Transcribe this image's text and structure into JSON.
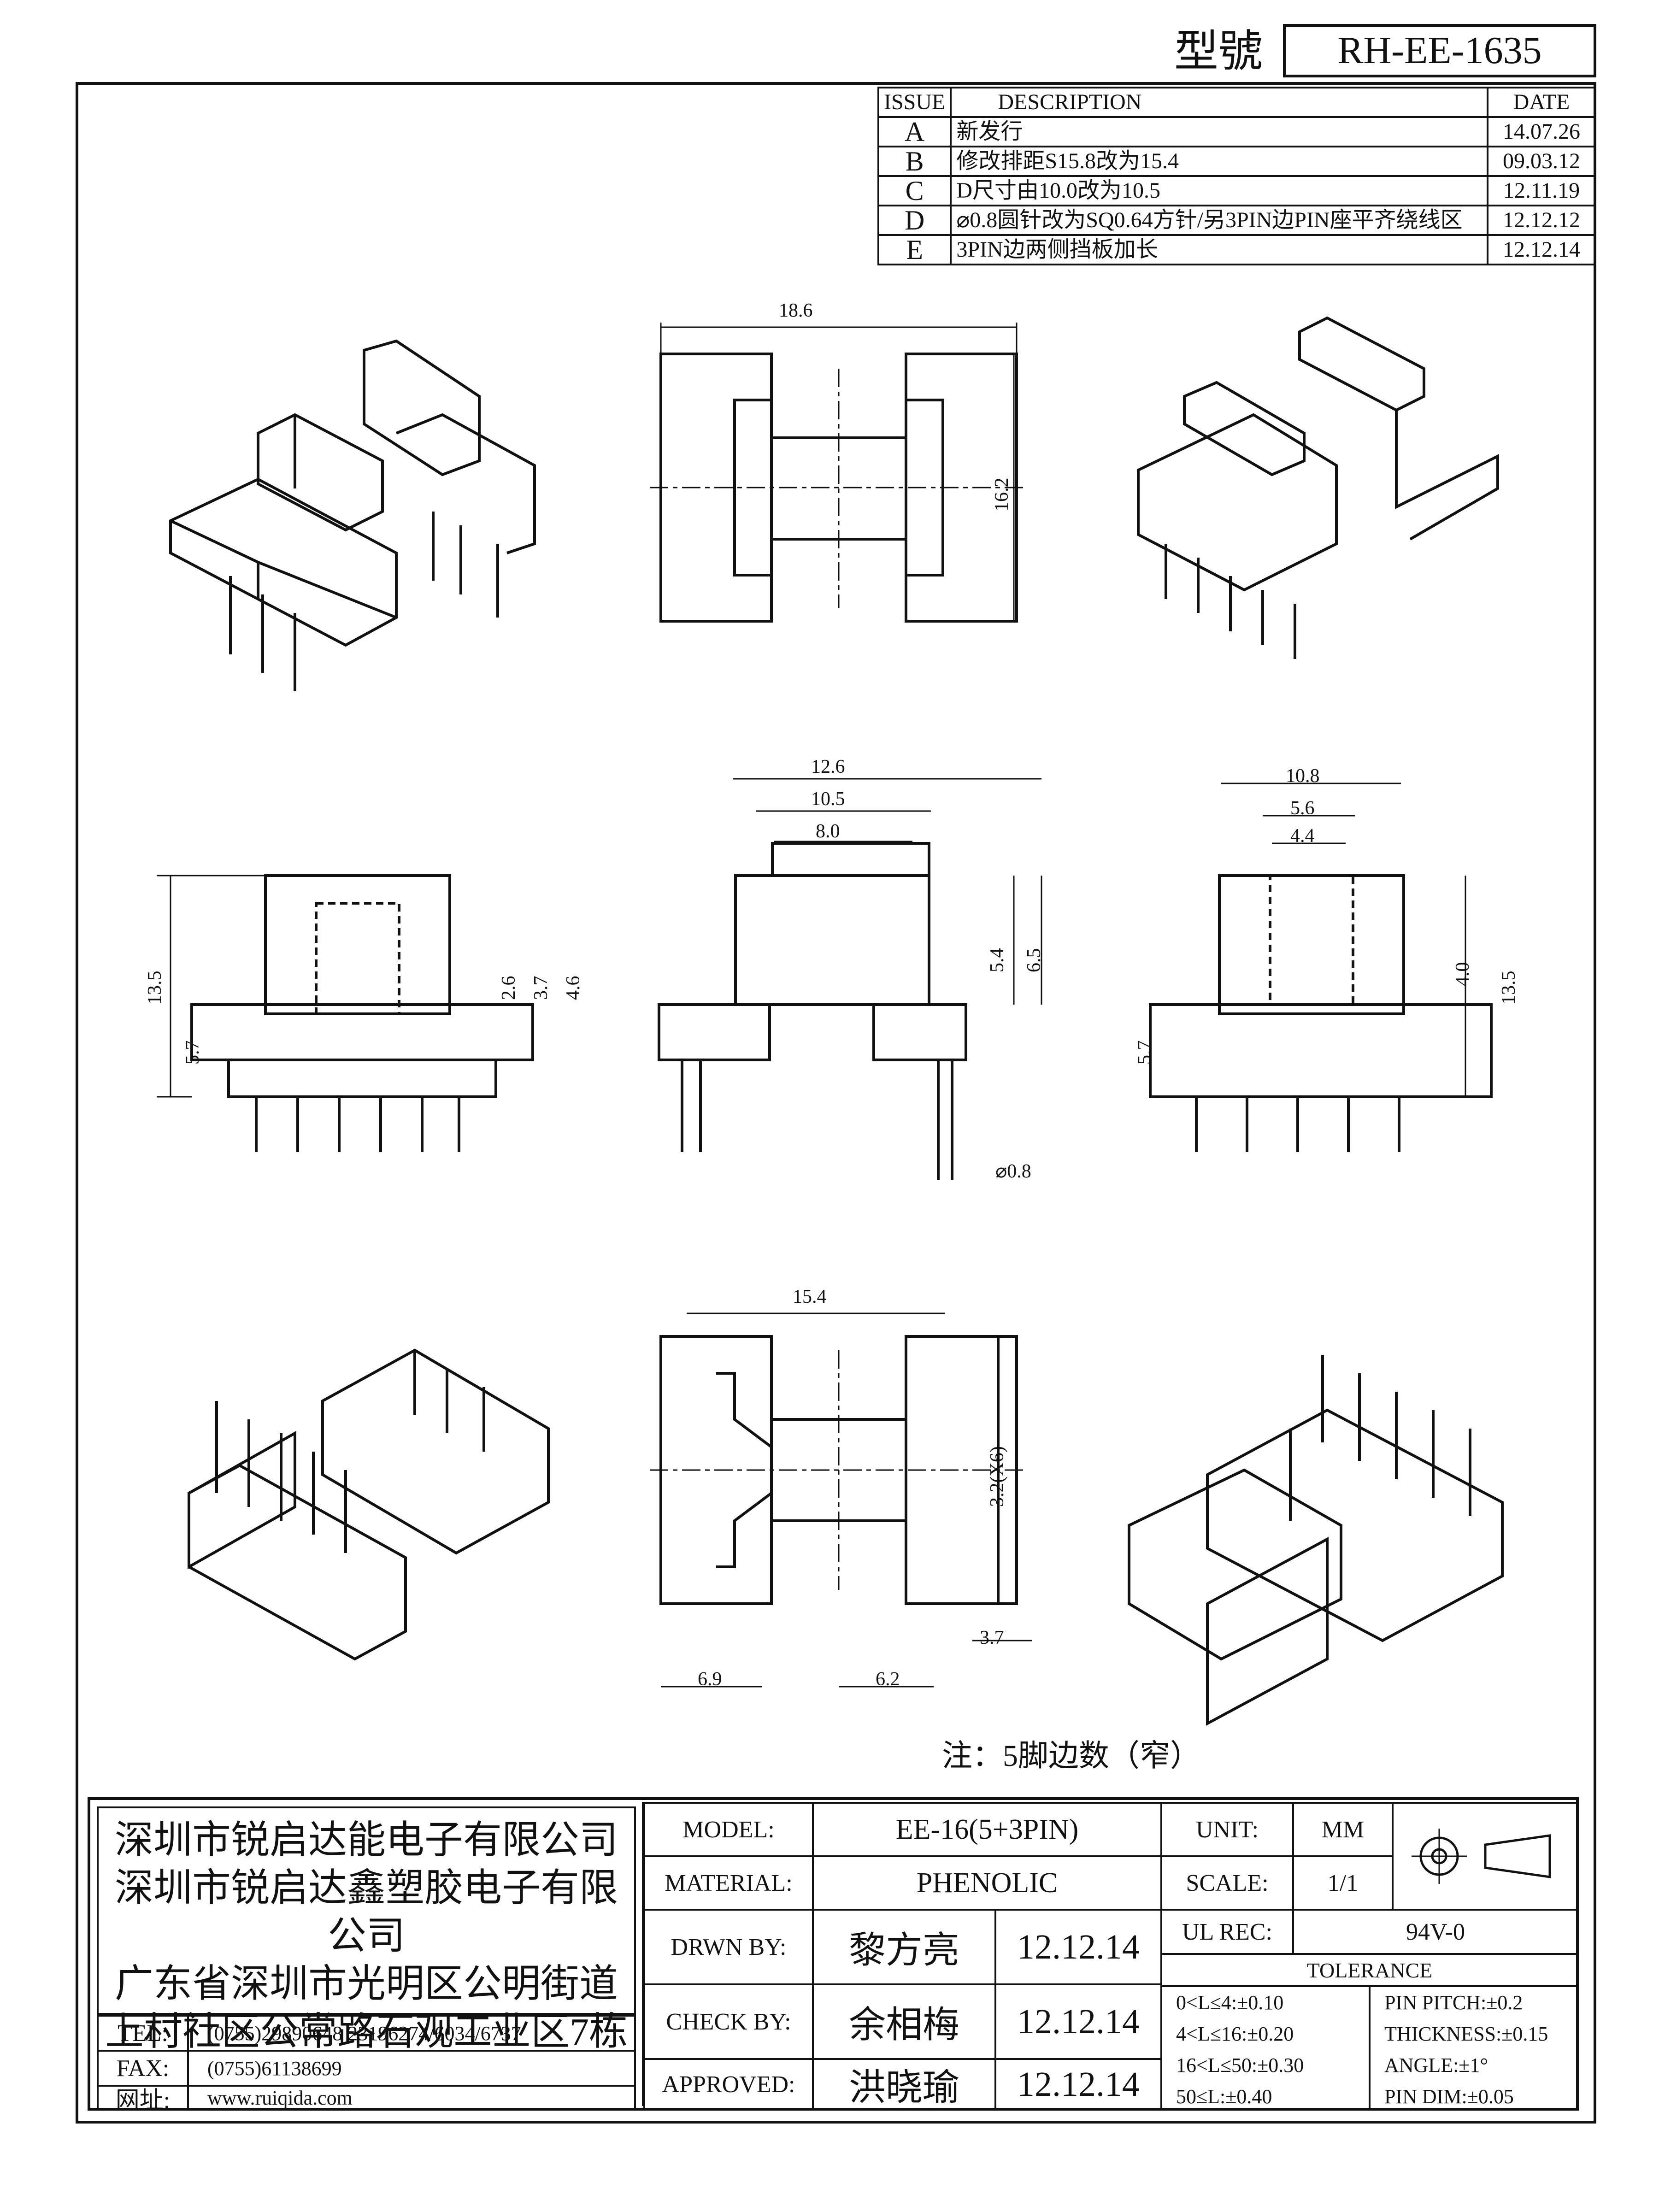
{
  "header": {
    "model_no_label": "型號",
    "model_no": "RH-EE-1635"
  },
  "revisions": {
    "headers": [
      "ISSUE",
      "DESCRIPTION",
      "DATE"
    ],
    "rows": [
      {
        "issue": "A",
        "description": "新发行",
        "date": "14.07.26"
      },
      {
        "issue": "B",
        "description": "修改排距S15.8改为15.4",
        "date": "09.03.12"
      },
      {
        "issue": "C",
        "description": "D尺寸由10.0改为10.5",
        "date": "12.11.19"
      },
      {
        "issue": "D",
        "description": "⌀0.8圆针改为SQ0.64方针/另3PIN边PIN座平齐绕线区",
        "date": "12.12.12"
      },
      {
        "issue": "E",
        "description": "3PIN边两侧挡板加长",
        "date": "12.12.14"
      }
    ]
  },
  "dimensions": {
    "A": "18.6",
    "B": "16.2",
    "C": "12.6",
    "D": "10.5",
    "E": "8.0",
    "F": "5.4",
    "G": "6.5",
    "H": "⌀0.8",
    "I": "13.5",
    "J": "5.7",
    "K": "2.6",
    "L": "3.7",
    "M": "4.6",
    "N": "10.8",
    "O": "5.6",
    "P": "4.4",
    "Q": "4.0",
    "R": "13.5",
    "R_side": "5.7",
    "S": "15.4",
    "pitch": "3.2(X6)",
    "T": "",
    "U": "3.7",
    "V": "6.9",
    "W": "6.2"
  },
  "note": "注：5脚边数（窄）",
  "company": {
    "lines": [
      "深圳市锐启达能电子有限公司",
      "深圳市锐启达鑫塑胶电子有限公司",
      "广东省深圳市光明区公明街道",
      "上村社区公常路石观工业区7栋"
    ],
    "tel_label": "TEL:",
    "tel": "(0755)29890648  23196274/6034/6737",
    "fax_label": "FAX:",
    "fax": "(0755)61138699",
    "web_label": "网址:",
    "web": "www.ruiqida.com"
  },
  "title_block": {
    "model_label": "MODEL:",
    "model": "EE-16(5+3PIN)",
    "material_label": "MATERIAL:",
    "material": "PHENOLIC",
    "unit_label": "UNIT:",
    "unit": "MM",
    "scale_label": "SCALE:",
    "scale": "1/1",
    "ul_label": "UL REC:",
    "ul": "94V-0",
    "drawn_label": "DRWN BY:",
    "drawn_by": "黎方亮",
    "drawn_date": "12.12.14",
    "check_label": "CHECK BY:",
    "check_by": "余相梅",
    "check_date": "12.12.14",
    "approved_label": "APPROVED:",
    "approved_by": "洪晓瑜",
    "approved_date": "12.12.14",
    "tolerance_label": "TOLERANCE",
    "tolerance_left": [
      "0<L≤4:±0.10",
      "4<L≤16:±0.20",
      "16<L≤50:±0.30",
      "50≤L:±0.40"
    ],
    "tolerance_right": [
      "PIN PITCH:±0.2",
      "THICKNESS:±0.15",
      "ANGLE:±1°",
      "PIN DIM:±0.05"
    ]
  }
}
